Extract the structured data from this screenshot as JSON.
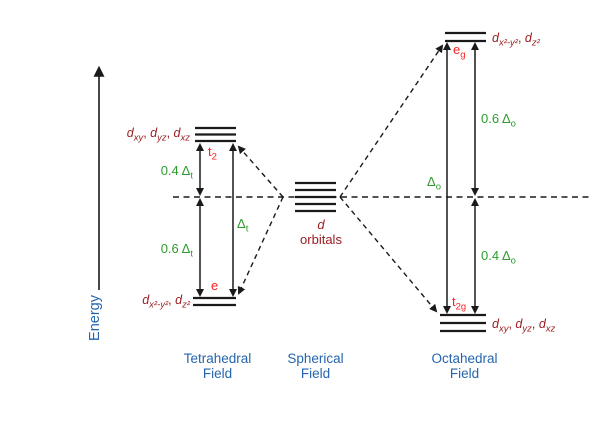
{
  "colors": {
    "line_black": "#1a1a1a",
    "orbital_maroon": "#9a1e21",
    "term_red": "#fb2020",
    "gap_green": "#2e9b2e",
    "caption_blue": "#2565ae",
    "background": "#ffffff"
  },
  "energy_axis": {
    "label": "Energy"
  },
  "tetrahedral": {
    "title": [
      "Tetrahedral",
      "Field"
    ],
    "upper_orbitals": [
      {
        "t": "d",
        "i": true
      },
      {
        "t": "xy",
        "sub": true,
        "i": true
      },
      {
        "t": ", "
      },
      {
        "t": "d",
        "i": true
      },
      {
        "t": "yz",
        "sub": true,
        "i": true
      },
      {
        "t": ", "
      },
      {
        "t": "d",
        "i": true
      },
      {
        "t": "xz",
        "sub": true,
        "i": true
      }
    ],
    "upper_term": [
      {
        "t": "t"
      },
      {
        "t": "2",
        "sub": true
      }
    ],
    "gap_upper": [
      {
        "t": "0.4 Δ"
      },
      {
        "t": "t",
        "sub": true
      }
    ],
    "gap_total": [
      {
        "t": "Δ"
      },
      {
        "t": "t",
        "sub": true
      }
    ],
    "gap_lower": [
      {
        "t": "0.6 Δ"
      },
      {
        "t": "t",
        "sub": true
      }
    ],
    "lower_term": [
      {
        "t": "e"
      }
    ],
    "lower_orbitals": [
      {
        "t": "d",
        "i": true
      },
      {
        "t": "x²-y²",
        "sub": true,
        "i": true
      },
      {
        "t": ", "
      },
      {
        "t": "d",
        "i": true
      },
      {
        "t": "z²",
        "sub": true,
        "i": true
      }
    ]
  },
  "spherical": {
    "title": [
      "Spherical",
      "Field"
    ],
    "label_line1": [
      {
        "t": "d",
        "i": true
      }
    ],
    "label_line2": [
      {
        "t": "orbitals"
      }
    ]
  },
  "octahedral": {
    "title": [
      "Octahedral",
      "Field"
    ],
    "upper_term": [
      {
        "t": "e"
      },
      {
        "t": "g",
        "sub": true
      }
    ],
    "upper_orbitals": [
      {
        "t": "d",
        "i": true
      },
      {
        "t": "x²-y²",
        "sub": true,
        "i": true
      },
      {
        "t": ", "
      },
      {
        "t": "d",
        "i": true
      },
      {
        "t": "z²",
        "sub": true,
        "i": true
      }
    ],
    "gap_upper": [
      {
        "t": "0.6 Δ"
      },
      {
        "t": "o",
        "sub": true
      }
    ],
    "gap_total": [
      {
        "t": "Δ"
      },
      {
        "t": "o",
        "sub": true
      }
    ],
    "gap_lower": [
      {
        "t": "0.4 Δ"
      },
      {
        "t": "o",
        "sub": true
      }
    ],
    "lower_term": [
      {
        "t": "t"
      },
      {
        "t": "2g",
        "sub": true
      }
    ],
    "lower_orbitals": [
      {
        "t": "d",
        "i": true
      },
      {
        "t": "xy",
        "sub": true,
        "i": true
      },
      {
        "t": ", "
      },
      {
        "t": "d",
        "i": true
      },
      {
        "t": "yz",
        "sub": true,
        "i": true
      },
      {
        "t": ", "
      },
      {
        "t": "d",
        "i": true
      },
      {
        "t": "xz",
        "sub": true,
        "i": true
      }
    ]
  }
}
